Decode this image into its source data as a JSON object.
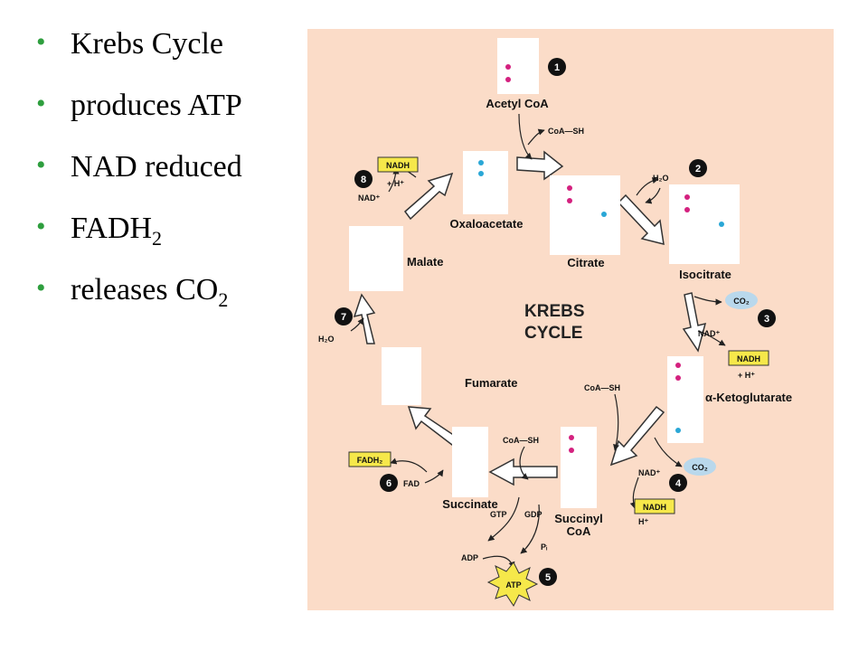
{
  "bullets": [
    {
      "text": "Krebs Cycle",
      "sub": ""
    },
    {
      "text": "produces ATP",
      "sub": ""
    },
    {
      "text": "NAD reduced",
      "sub": ""
    },
    {
      "text": "FADH",
      "sub": "2"
    },
    {
      "text": "releases CO",
      "sub": "2"
    }
  ],
  "diagram": {
    "center_title_line1": "KREBS",
    "center_title_line2": "CYCLE",
    "molecules": {
      "acetyl_coa": "Acetyl CoA",
      "citrate": "Citrate",
      "isocitrate": "Isocitrate",
      "ketoglutarate": "α-Ketoglutarate",
      "succinyl_coa_1": "Succinyl",
      "succinyl_coa_2": "CoA",
      "succinate": "Succinate",
      "fumarate": "Fumarate",
      "malate": "Malate",
      "oxaloacetate": "Oxaloacetate"
    },
    "steps": [
      "1",
      "2",
      "3",
      "4",
      "5",
      "6",
      "7",
      "8"
    ],
    "cofactors": {
      "coa_sh": "CoA—SH",
      "h2o": "H₂O",
      "nad_plus": "NAD⁺",
      "nadh": "NADH",
      "h_plus": "+ H⁺",
      "h_plus_plain": "H⁺",
      "co2": "CO₂",
      "fad": "FAD",
      "fadh2": "FADH₂",
      "gtp": "GTP",
      "gdp": "GDP",
      "adp": "ADP",
      "atp": "ATP",
      "pi": "Pᵢ"
    },
    "colors": {
      "panel_bg": "#fbdcc8",
      "bullet_dot": "#2e9e3e",
      "step_circle": "#111111",
      "nadh_box": "#f6e84a",
      "co2_bubble": "#b9d8ec",
      "atp_burst": "#f6e84a",
      "carbon_pink": "#d4217f",
      "carbon_blue": "#2aa7d6"
    }
  }
}
